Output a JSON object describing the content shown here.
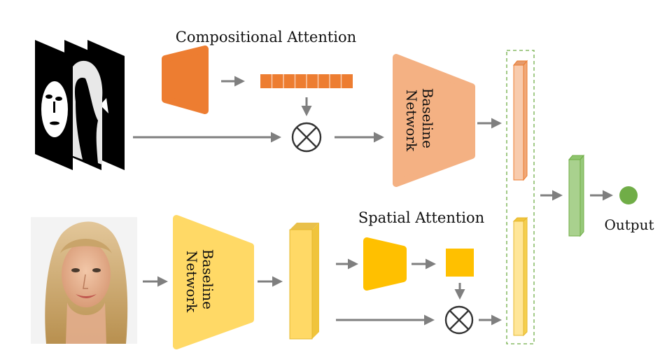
{
  "titles": {
    "compositional_attention": "Compositional Attention",
    "spatial_attention": "Spatial Attention",
    "output": "Output"
  },
  "networks": {
    "top_baseline": "Baseline\nNetwork",
    "bottom_baseline": "Baseline\nNetwork"
  },
  "colors": {
    "compositional_encoder": "#ed7d31",
    "attention_vector": "#ed7d31",
    "top_baseline_network": "#f4b183",
    "top_feature": "#f8cbad",
    "bottom_baseline_network": "#ffd966",
    "bottom_feature": "#ffd966",
    "spatial_encoder": "#ffc000",
    "spatial_map": "#ffc000",
    "fused_feature": "#a9d18e",
    "output_node": "#70ad47",
    "arrows": "#7f7f7f",
    "concat_box": "#70ad47"
  },
  "icons": {
    "multiply": "circle-times-icon",
    "arrow": "arrow-right-icon"
  }
}
